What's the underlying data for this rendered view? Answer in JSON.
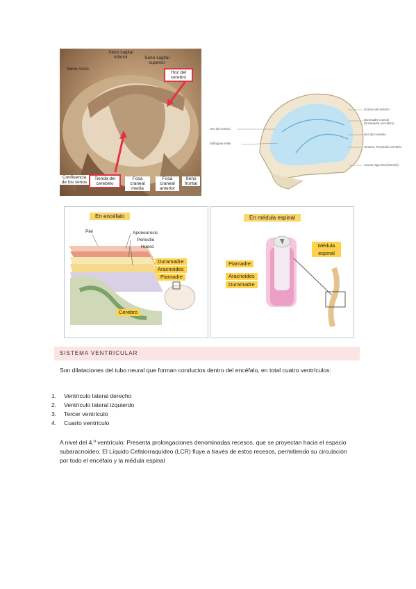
{
  "figure1": {
    "labels": {
      "seno_sagital_inferior": "Seno sagital inferior",
      "seno_sagital_superior": "Seno sagital superior",
      "seno_recto": "Seno recto",
      "hoz_del_cerebro": "Hoz del cerebro",
      "confluencia": "Confluencia de los senos",
      "tienda_del_cerebelo": "Tienda del cerebelo",
      "fosa_craneal_media": "Fosa craneal media",
      "fosa_craneal_anterior": "Fosa craneal anterior",
      "seno_frontal": "Seno frontal"
    },
    "highlight_color": "#e03444"
  },
  "figure2": {
    "labels": {
      "hoz_del_cerebro_left": "Hoz del cerebro",
      "diafragma_sellar": "Diafragma sellar",
      "incisura_del_tentorio": "Incisura del tentorio",
      "duramadre_craneal": "Duramadre craneal (Duramadre encefálica)",
      "hoz_del_cerebelo": "Hoz del cerebelo",
      "tentorio": "Tentorio; Tienda del cerebelo",
      "cavum_trigeminal": "Cavum trigeminal (Meckel)"
    }
  },
  "figure3": {
    "left": {
      "title": "En encéfalo",
      "labels": [
        "Piel",
        "Aponeurosis",
        "Periostio",
        "Hueso"
      ],
      "layers": [
        "Duramadre",
        "Aracnoides",
        "Piamadre"
      ],
      "cerebro": "Cerebro"
    },
    "right": {
      "title": "En médula espinal",
      "medula": "Médula espinal",
      "layers": [
        "Piamadre",
        "Aracnoides",
        "Duramadre"
      ]
    }
  },
  "section": {
    "title": "SISTEMA VENTRICULAR",
    "intro": "Son dilataciones del tubo neural que forman conductos dentro del encéfalo, en total cuatro ventrículos:",
    "items": [
      {
        "num": "1.",
        "text": "Ventrículo lateral derecho"
      },
      {
        "num": "2.",
        "text": "Ventrículo lateral izquierdo"
      },
      {
        "num": "3.",
        "text": "Tercer ventrículo"
      },
      {
        "num": "4.",
        "text": "Cuarto ventrículo"
      }
    ],
    "paragraph": "A nivel del 4.º ventrículo: Presenta prolongaciones denominadas recesos, que se proyectan hacia el espacio subaracnoideo. El Líquido Cefalorraquídeo (LCR) fluye a través de estos recesos, permitiendo su circulación por todo el encéfalo y la médula espinal"
  },
  "colors": {
    "section_bg": "#fbe4e4",
    "tag_yellow": "#ffd24a",
    "panel_border": "#b8c8d8"
  }
}
